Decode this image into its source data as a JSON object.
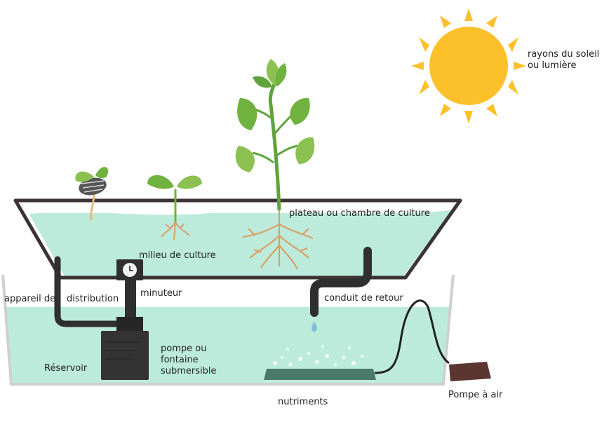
{
  "labels": {
    "sun": [
      "rayons du soleil",
      "ou lumière"
    ],
    "tray": "plateau ou chambre de culture",
    "medium": "milieu de culture",
    "timer": "minuteur",
    "delivery_left": "appareil de",
    "delivery_right": "distribution",
    "return": "conduit de retour",
    "pump": [
      "pompe ou",
      "fontaine",
      "submersible"
    ],
    "reservoir": "Réservoir",
    "nutrients": "nutriments",
    "air_pump": "Pompe à air"
  },
  "colors": {
    "sun": "#fcc02b",
    "water": "#bcebdc",
    "tray_border": "#3b3333",
    "plant_green": "#5fa33a",
    "root": "#d8a066",
    "pump": "#2f2f2f",
    "air_stone": "#4a7a6a",
    "air_pump": "#5b3630"
  }
}
